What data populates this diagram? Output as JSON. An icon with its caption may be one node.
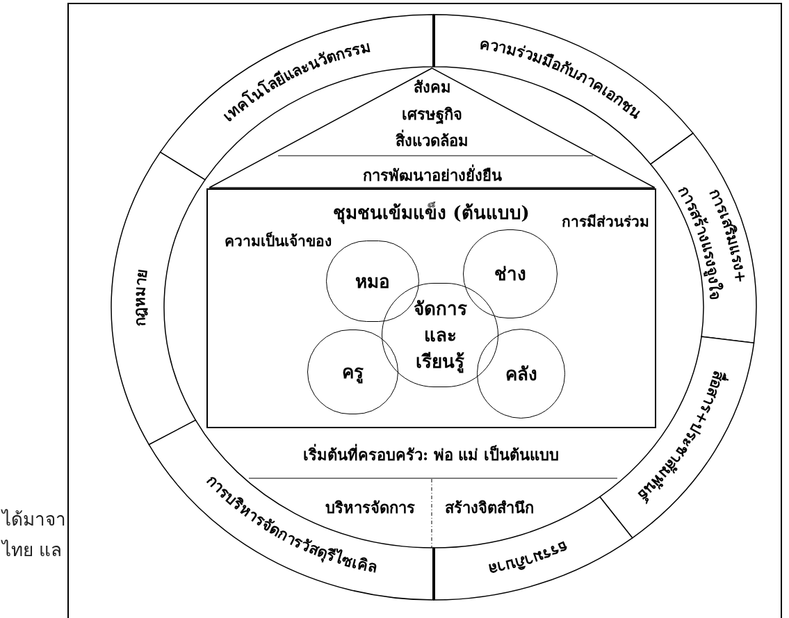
{
  "diagram": {
    "nodes": [
      {
        "text": [
          "เทคโนโลยีและนวัตกรรม"
        ]
      },
      {
        "text": [
          "ความร่วมมือกับภาคเอกชน"
        ]
      },
      {
        "text": [
          "สังคม",
          "เศรษฐกิจ",
          "สิ่งแวดล้อม",
          "การพัฒนาอย่างยั่งยืน"
        ]
      },
      {
        "text": [
          "การเสริมแรง+",
          "การสร้างแรงจูงใจ"
        ]
      },
      {
        "text": [
          "กฎหมาย"
        ]
      },
      {
        "text": [
          "ชุมชนเข้มแข็ง (ต้นแบบ)",
          "ความเป็นเจ้าของ",
          "การมีส่วนร่วม"
        ]
      },
      {
        "text": [
          "หมอ"
        ],
        "in": 5
      },
      {
        "text": [
          "ช่าง"
        ],
        "in": 5
      },
      {
        "text": [
          "จัดการ และ เรียนรู้"
        ],
        "in": 5
      },
      {
        "text": [
          "ครู"
        ],
        "in": 5
      },
      {
        "text": [
          "คลัง"
        ],
        "in": 5
      },
      {
        "text": [
          "สื่อสาร+ประชาสัมพันธ์"
        ]
      },
      {
        "text": [
          "การบริหารจัดการวัสดุรีไซเคิล"
        ]
      },
      {
        "text": [
          "ธรรมาภิบาล"
        ]
      }
    ],
    "labels": [
      "เริ่มต้นที่ครอบครัว: พ่อ แม่ เป็นต้นแบบ",
      "บริหารจัดการ",
      "สร้างจิตสำนึก",
      "ได้มาจา",
      "ไทย แล"
    ]
  }
}
